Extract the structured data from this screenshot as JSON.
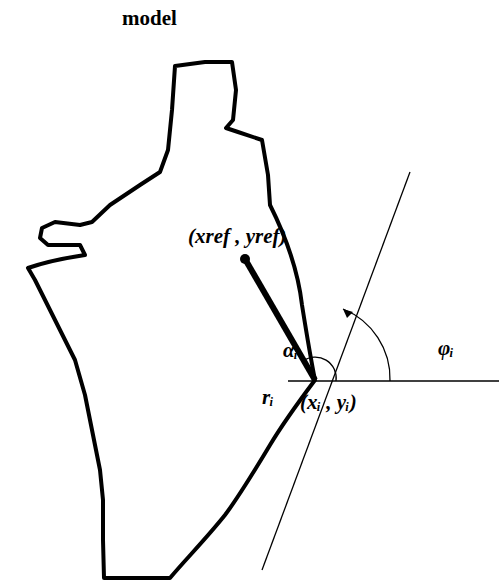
{
  "diagram": {
    "title": "model",
    "labels": [
      "(xref , yref)",
      "αᵢ",
      "rᵢ",
      "φᵢ",
      "(xᵢ , yᵢ)"
    ]
  }
}
